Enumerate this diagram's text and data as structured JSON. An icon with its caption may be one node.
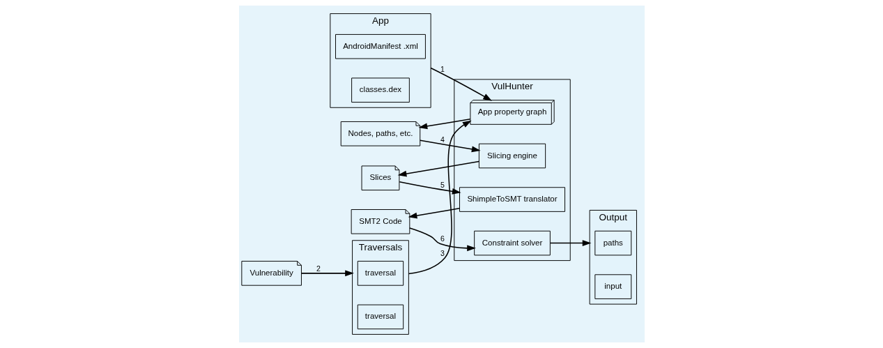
{
  "diagram": {
    "nodes": [
      {
        "text": [
          "Traversals"
        ]
      },
      {
        "text": [
          "traversal"
        ],
        "in": 0
      },
      {
        "text": [
          "traversal"
        ],
        "in": 0
      },
      {
        "text": [
          "Vulnerability"
        ]
      },
      {
        "text": [
          "App"
        ]
      },
      {
        "text": [
          "AndroidManifest .xml"
        ],
        "in": 4
      },
      {
        "text": [
          "classes.dex"
        ],
        "in": 4
      },
      {
        "text": [
          "Nodes, paths, etc."
        ]
      },
      {
        "text": [
          "Slices"
        ]
      },
      {
        "text": [
          "SMT2 Code"
        ]
      },
      {
        "text": [
          "Output"
        ]
      },
      {
        "text": [
          "paths"
        ],
        "in": 10
      },
      {
        "text": [
          "input"
        ],
        "in": 10
      },
      {
        "text": [
          "VulHunter"
        ]
      },
      {
        "text": [
          "App property graph"
        ],
        "in": 13
      },
      {
        "text": [
          "Slicing engine"
        ],
        "in": 13
      },
      {
        "text": [
          "ShimpleToSMT translator"
        ],
        "in": 13
      },
      {
        "text": [
          "Constraint solver"
        ],
        "in": 13
      }
    ],
    "edges": [
      {
        "from": 3,
        "to": 0,
        "arrow": "to",
        "label": "2"
      },
      {
        "from": 0,
        "to": 14,
        "arrow": "to",
        "label": "3"
      },
      {
        "from": 4,
        "to": 14,
        "arrow": "to",
        "label": "1"
      },
      {
        "from": 14,
        "to": 7,
        "arrow": "to"
      },
      {
        "from": 7,
        "to": 15,
        "arrow": "to",
        "label": "4"
      },
      {
        "from": 15,
        "to": 8,
        "arrow": "to"
      },
      {
        "from": 8,
        "to": 16,
        "arrow": "to",
        "label": "5"
      },
      {
        "from": 16,
        "to": 9,
        "arrow": "to"
      },
      {
        "from": 9,
        "to": 17,
        "arrow": "to",
        "label": "6"
      },
      {
        "from": 17,
        "to": 10,
        "arrow": "to"
      }
    ]
  }
}
